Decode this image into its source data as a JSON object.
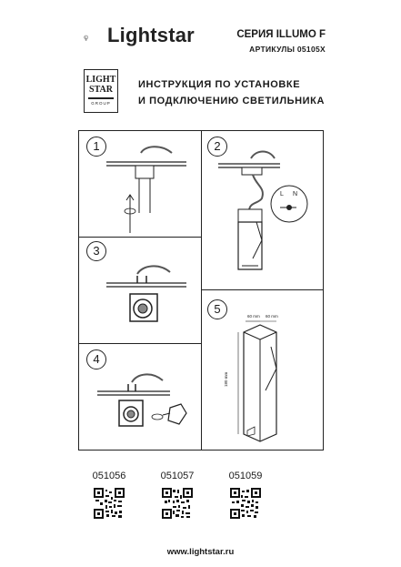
{
  "brand": {
    "name": "Lightstar"
  },
  "header": {
    "series": "СЕРИЯ ILLUMO F",
    "articles": "АРТИКУЛЫ 05105X",
    "title_line1": "ИНСТРУКЦИЯ ПО УСТАНОВКЕ",
    "title_line2": "И ПОДКЛЮЧЕНИЮ СВЕТИЛЬНИКА"
  },
  "group_badge": {
    "line1": "LIGHT",
    "line2": "STAR",
    "line3": "GROUP"
  },
  "steps": [
    {
      "number": "1"
    },
    {
      "number": "2",
      "wire_labels": [
        "L",
        "N"
      ]
    },
    {
      "number": "3"
    },
    {
      "number": "4"
    },
    {
      "number": "5",
      "dim_width": "60 mm",
      "dim_depth": "60 mm",
      "dim_height": "180 mm"
    }
  ],
  "codes": [
    "051056",
    "051057",
    "051059"
  ],
  "footer": {
    "url": "www.lightstar.ru"
  }
}
